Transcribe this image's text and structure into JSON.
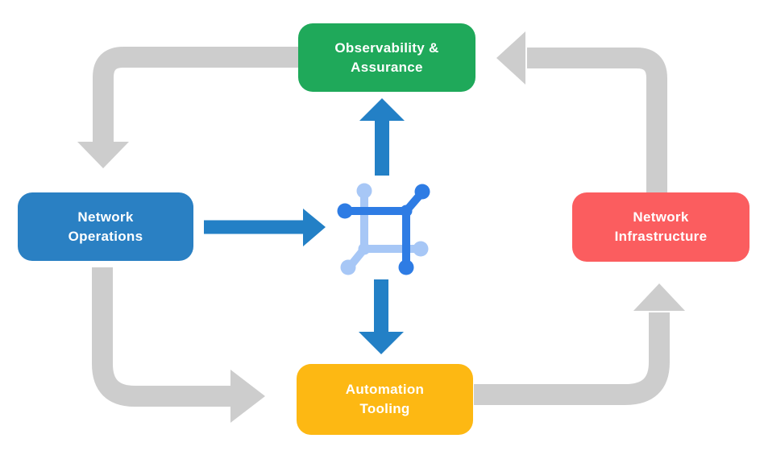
{
  "diagram": {
    "title": "Network automation closed-loop diagram",
    "background_color": "#ffffff",
    "nodes": [
      {
        "id": "observability-assurance",
        "lines": [
          "Observability &",
          "Assurance"
        ],
        "color": "#1FA95A",
        "text_color": "#ffffff"
      },
      {
        "id": "network-operations",
        "lines": [
          "Network",
          "Operations"
        ],
        "color": "#2A80C3",
        "text_color": "#ffffff"
      },
      {
        "id": "network-infrastructure",
        "lines": [
          "Network",
          "Infrastructure"
        ],
        "color": "#FB5D5F",
        "text_color": "#ffffff"
      },
      {
        "id": "automation-tooling",
        "lines": [
          "Automation",
          "Tooling"
        ],
        "color": "#FDB813",
        "text_color": "#ffffff"
      }
    ],
    "center_icon": {
      "name": "network-hub-icon",
      "dark_blue": "#2E7CE4",
      "light_blue": "#A7C7F6"
    },
    "edges": {
      "cycle_color": "#CDCDCD",
      "hub_color": "#2380C6",
      "cycle": [
        {
          "from": "observability-assurance",
          "to": "network-operations"
        },
        {
          "from": "network-operations",
          "to": "automation-tooling"
        },
        {
          "from": "automation-tooling",
          "to": "network-infrastructure"
        },
        {
          "from": "network-infrastructure",
          "to": "observability-assurance"
        }
      ],
      "hub": [
        {
          "from": "network-operations",
          "to": "network-hub-icon"
        },
        {
          "from": "network-hub-icon",
          "to": "observability-assurance"
        },
        {
          "from": "network-hub-icon",
          "to": "automation-tooling"
        }
      ]
    }
  }
}
